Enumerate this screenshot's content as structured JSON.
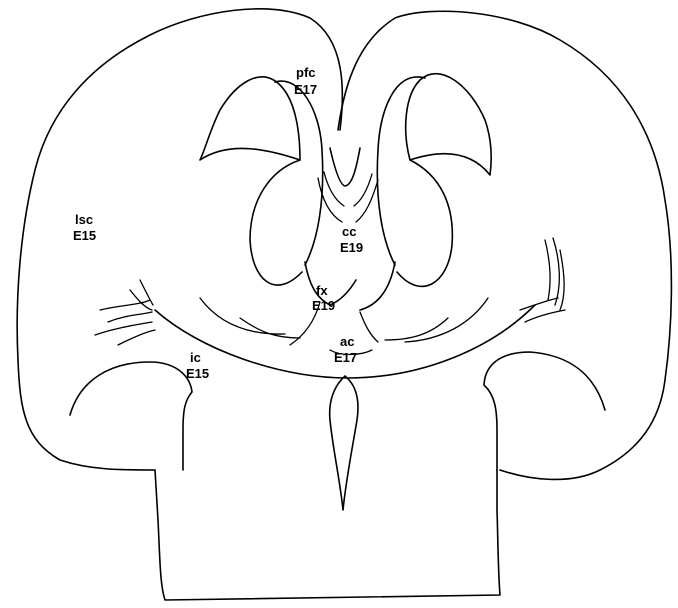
{
  "labels": {
    "pfc": {
      "name": "pfc",
      "age": "E17"
    },
    "cc": {
      "name": "cc",
      "age": "E19"
    },
    "lsc": {
      "name": "lsc",
      "age": "E15"
    },
    "fx": {
      "name": "fx",
      "age": "E19"
    },
    "ac": {
      "name": "ac",
      "age": "E17"
    },
    "ic": {
      "name": "ic",
      "age": "E15"
    }
  }
}
